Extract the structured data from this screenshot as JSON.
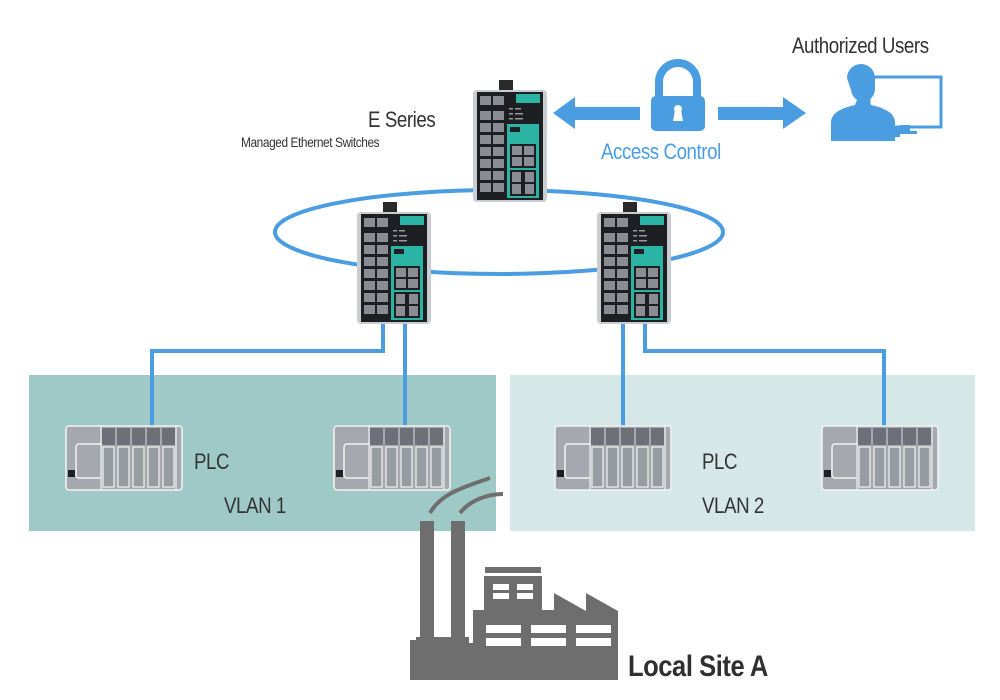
{
  "diagram": {
    "switch_group": {
      "title": "E Series",
      "subtitle": "Managed Ethernet Switches"
    },
    "access": {
      "label": "Access Control",
      "lock_icon": "lock-icon",
      "left_arrow_icon": "arrow-left-icon",
      "right_arrow_icon": "arrow-right-icon"
    },
    "users": {
      "label": "Authorized Users",
      "icon": "user-workstation-icon"
    },
    "vlans": [
      {
        "label": "VLAN 1",
        "plc_label": "PLC",
        "color": "#9fc9c6"
      },
      {
        "label": "VLAN 2",
        "plc_label": "PLC",
        "color": "#d5e7e7"
      }
    ],
    "site": {
      "label": "Local Site A",
      "icon": "factory-icon"
    },
    "colors": {
      "link": "#4a9de0",
      "text": "#333333",
      "switch_teal": "#2bb3a3",
      "factory_gray": "#6e6e6e",
      "plc_gray": "#9a9ea6"
    }
  }
}
